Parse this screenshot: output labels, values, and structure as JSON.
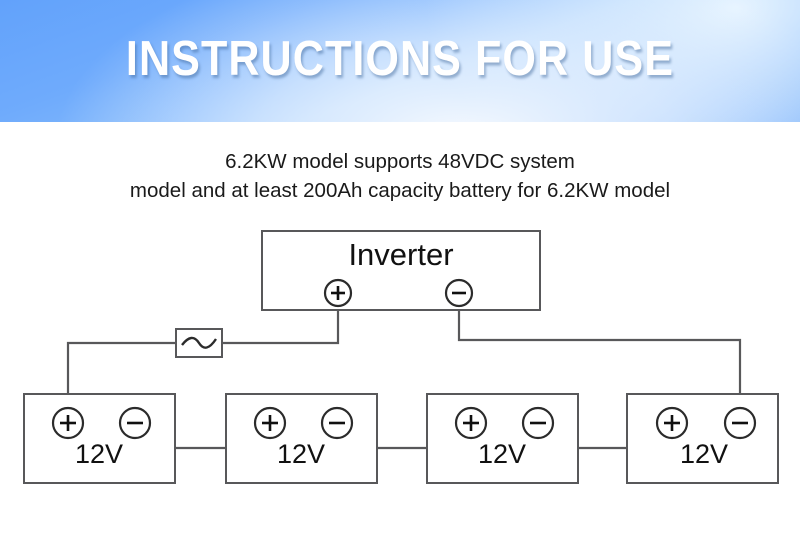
{
  "banner": {
    "title": "INSTRUCTIONS FOR USE",
    "gradient_from": "#62a2fb",
    "gradient_to": "#8cc0fd",
    "title_color": "#ffffff"
  },
  "subtitle": {
    "line1": "6.2KW model supports 48VDC system",
    "line2": "model and at least 200Ah capacity battery for 6.2KW model"
  },
  "diagram": {
    "line_color": "#58585a",
    "terminal_color": "#2b2b2b",
    "inverter": {
      "label": "Inverter",
      "positive_terminal": "+",
      "negative_terminal": "-"
    },
    "protection_device": {
      "symbol": "wave",
      "name": "fuse-breaker"
    },
    "batteries": [
      {
        "label": "12V",
        "positive_terminal": "+",
        "negative_terminal": "-"
      },
      {
        "label": "12V",
        "positive_terminal": "+",
        "negative_terminal": "-"
      },
      {
        "label": "12V",
        "positive_terminal": "+",
        "negative_terminal": "-"
      },
      {
        "label": "12V",
        "positive_terminal": "+",
        "negative_terminal": "-"
      }
    ]
  }
}
